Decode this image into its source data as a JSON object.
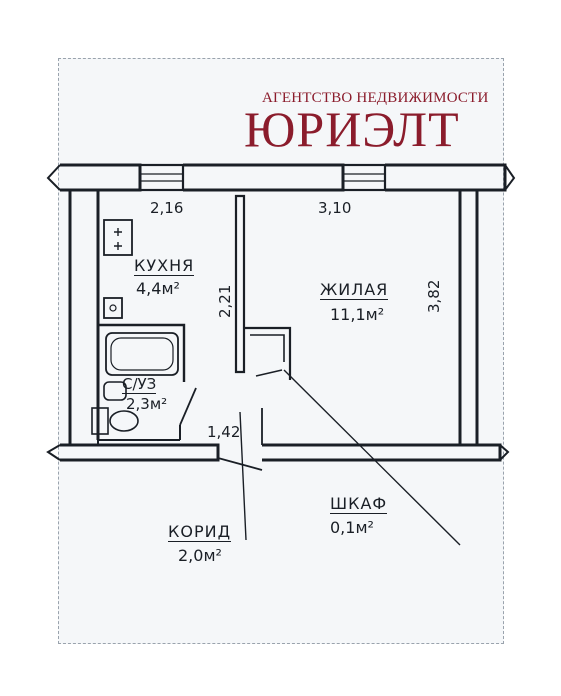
{
  "brand": {
    "agency": "АГЕНТСТВО НЕДВИЖИМОСТИ",
    "name": "ЮРИЭЛТ",
    "color": "#8b1c2c"
  },
  "dimensions": {
    "kitchen_width": "2,16",
    "room_width": "3,10",
    "kitchen_length": "2,21",
    "room_length": "3,82",
    "corridor_width": "1,42"
  },
  "rooms": {
    "kitchen": {
      "name": "КУХНЯ",
      "area": "4,4м²"
    },
    "living": {
      "name": "ЖИЛАЯ",
      "area": "11,1м²"
    },
    "bathroom": {
      "name": "С/УЗ",
      "area": "2,3м²"
    },
    "closet": {
      "name": "ШКАФ",
      "area": "0,1м²"
    },
    "corridor": {
      "name": "КОРИД",
      "area": "2,0м²"
    }
  }
}
